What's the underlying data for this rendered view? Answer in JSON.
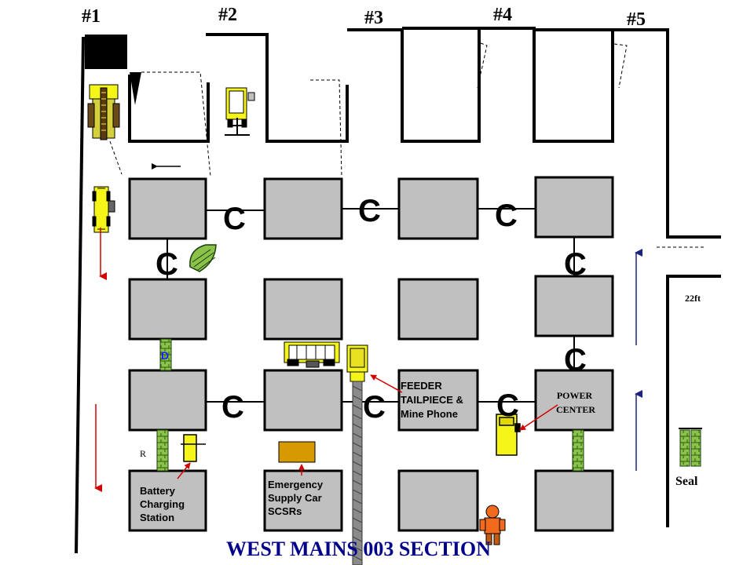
{
  "entries": [
    "#1",
    "#2",
    "#3",
    "#4",
    "#5"
  ],
  "crosscut_label": "C",
  "labels": {
    "feeder": [
      "FEEDER",
      "TAILPIECE &",
      "Mine Phone"
    ],
    "power": [
      "POWER",
      "CENTER"
    ],
    "battery": [
      "Battery",
      "Charging",
      "Station"
    ],
    "emergency": [
      "Emergency",
      "Supply Car",
      "SCSRs"
    ],
    "width": "22ft",
    "seal": "Seal",
    "r_mark": "R",
    "d_mark": "D"
  },
  "title": "WEST MAINS 003 SECTION",
  "colors": {
    "pillar": "#c0c0c0",
    "title": "#00008b",
    "arrow_red": "#d40000",
    "arrow_blue": "#1a237e",
    "stopping": "#8bc34a",
    "machine": "#f5f51a",
    "supply_car": "#d49a00"
  },
  "icons": [
    "continuous-miner-icon",
    "roof-bolter-icon",
    "shuttle-car-icon",
    "scoop-icon",
    "feeder-icon",
    "belt-conveyor-icon",
    "power-center-icon",
    "brattice-curtain-icon",
    "miner-person-icon"
  ]
}
